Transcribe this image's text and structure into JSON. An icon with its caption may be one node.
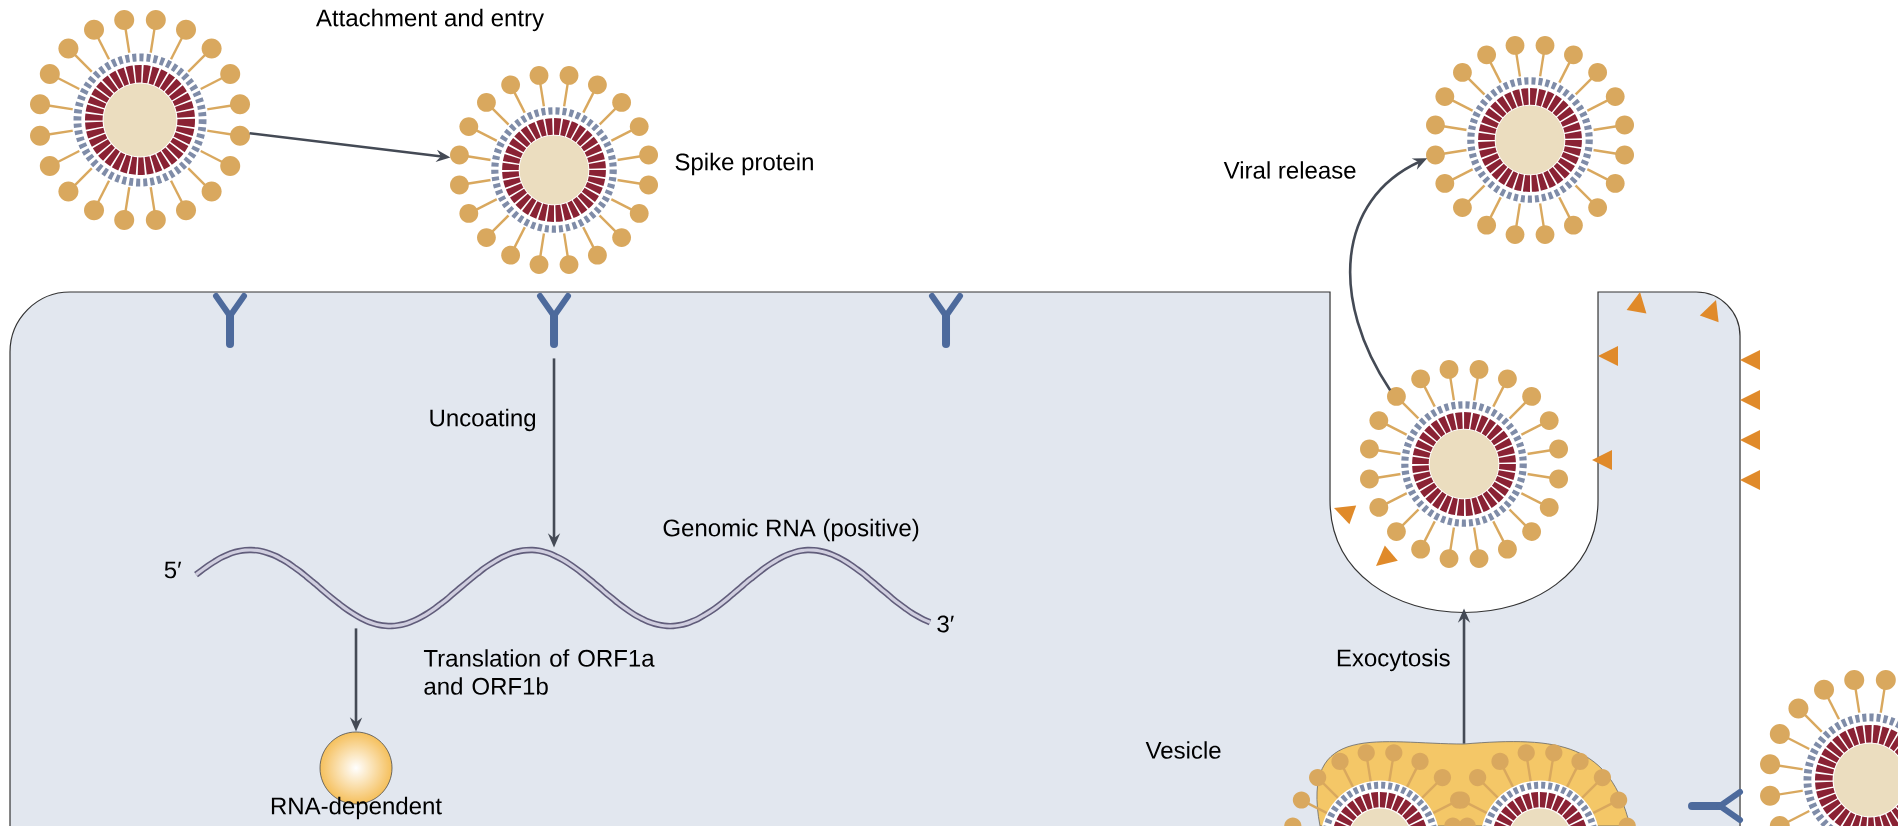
{
  "diagram": {
    "nodes": [
      {
        "text": [],
        "shape": "picture"
      },
      {
        "text": [],
        "shape": "picture",
        "beside": [
          "Spike protein"
        ]
      },
      {
        "text": [],
        "shape": "picture",
        "beside": [
          "Genomic RNA (positive)",
          "5′",
          "3′"
        ]
      },
      {
        "text": [],
        "shape": "circle",
        "beside": [
          "RNA-dependent"
        ]
      },
      {
        "text": [],
        "shape": "picture",
        "beside": [
          "Vesicle"
        ]
      },
      {
        "text": [],
        "shape": "picture"
      },
      {
        "text": [],
        "shape": "picture"
      }
    ],
    "edges": [
      {
        "from": 0,
        "to": 1,
        "arrow": "to",
        "label": "Attachment and entry"
      },
      {
        "from": 1,
        "to": 2,
        "arrow": "to",
        "label": "Uncoating"
      },
      {
        "from": 2,
        "to": 3,
        "arrow": "to",
        "label": "Translation of ORF1a and ORF1b"
      },
      {
        "from": 4,
        "to": 5,
        "arrow": "to",
        "label": "Exocytosis"
      },
      {
        "from": 5,
        "to": 6,
        "arrow": "to",
        "label": "Viral release"
      }
    ]
  }
}
